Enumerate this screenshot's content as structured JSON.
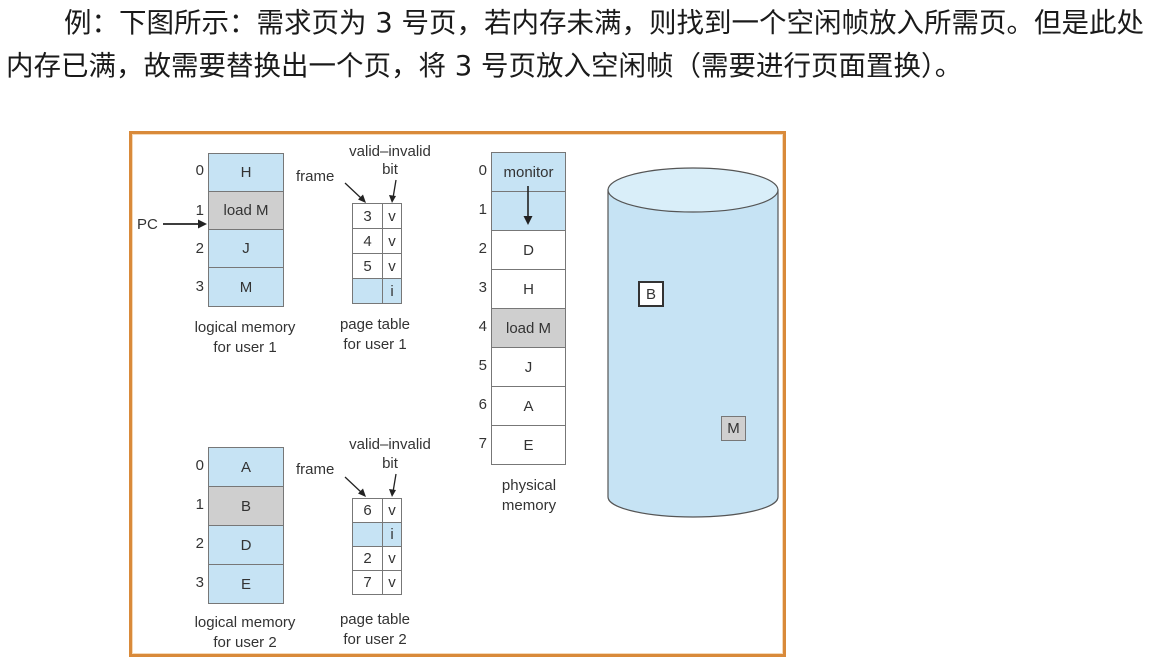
{
  "paragraph": "例：下图所示：需求页为 3 号页，若内存未满，则找到一个空闲帧放入所需页。但是此处内存已满，故需要替换出一个页，将 3 号页放入空闲帧（需要进行页面置换）。",
  "diagram": {
    "pc_label": "PC",
    "user1": {
      "logical_memory": [
        {
          "index": "0",
          "label": "H",
          "color": "#c6e3f4"
        },
        {
          "index": "1",
          "label": "load M",
          "color": "#cfcfcf"
        },
        {
          "index": "2",
          "label": "J",
          "color": "#c6e3f4"
        },
        {
          "index": "3",
          "label": "M",
          "color": "#c6e3f4"
        }
      ],
      "logical_caption_1": "logical memory",
      "logical_caption_2": "for user 1",
      "frame_label": "frame",
      "bit_label_1": "valid–invalid",
      "bit_label_2": "bit",
      "page_table": [
        {
          "frame": "3",
          "bit": "v"
        },
        {
          "frame": "4",
          "bit": "v"
        },
        {
          "frame": "5",
          "bit": "v"
        },
        {
          "frame": "",
          "bit": "i"
        }
      ],
      "page_table_caption_1": "page table",
      "page_table_caption_2": "for user 1"
    },
    "user2": {
      "logical_memory": [
        {
          "index": "0",
          "label": "A",
          "color": "#c6e3f4"
        },
        {
          "index": "1",
          "label": "B",
          "color": "#cfcfcf"
        },
        {
          "index": "2",
          "label": "D",
          "color": "#c6e3f4"
        },
        {
          "index": "3",
          "label": "E",
          "color": "#c6e3f4"
        }
      ],
      "logical_caption_1": "logical memory",
      "logical_caption_2": "for user 2",
      "frame_label": "frame",
      "bit_label_1": "valid–invalid",
      "bit_label_2": "bit",
      "page_table": [
        {
          "frame": "6",
          "bit": "v"
        },
        {
          "frame": "",
          "bit": "i"
        },
        {
          "frame": "2",
          "bit": "v"
        },
        {
          "frame": "7",
          "bit": "v"
        }
      ],
      "page_table_caption_1": "page table",
      "page_table_caption_2": "for user 2"
    },
    "physical_memory": [
      {
        "index": "0",
        "label": "monitor",
        "color": "#c6e3f4"
      },
      {
        "index": "1",
        "label": "",
        "color": "#c6e3f4"
      },
      {
        "index": "2",
        "label": "D",
        "color": "#ffffff"
      },
      {
        "index": "3",
        "label": "H",
        "color": "#ffffff"
      },
      {
        "index": "4",
        "label": "load M",
        "color": "#cfcfcf"
      },
      {
        "index": "5",
        "label": "J",
        "color": "#ffffff"
      },
      {
        "index": "6",
        "label": "A",
        "color": "#ffffff"
      },
      {
        "index": "7",
        "label": "E",
        "color": "#ffffff"
      }
    ],
    "physical_caption_1": "physical",
    "physical_caption_2": "memory",
    "disk_labels": {
      "b": "B",
      "m": "M"
    },
    "colors": {
      "blue_cell": "#c6e3f4",
      "gray_cell": "#cfcfcf",
      "frame_border": "#d98a3a",
      "disk_fill": "#c6e3f4"
    }
  }
}
